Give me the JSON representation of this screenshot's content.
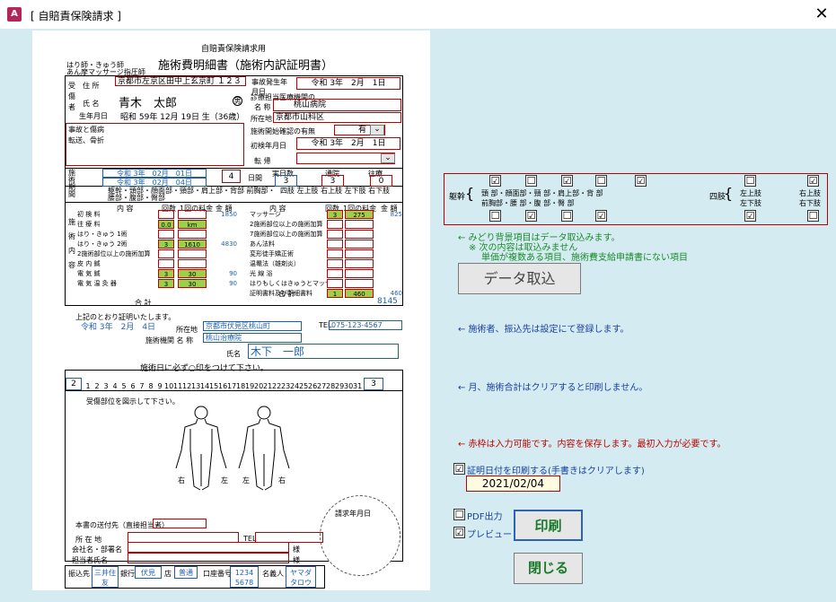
{
  "window": {
    "app_icon": "A",
    "title": "[ 自賠責保険請求 ]",
    "close": "✕"
  },
  "form": {
    "header_small": "自賠責保険請求用",
    "title": "施術費明細書（施術内訳証明書）",
    "practitioner_type_1": "はり師・きゅう師",
    "practitioner_type_2": "あん摩マッサージ指圧師",
    "label_injured": "受傷者",
    "label_address": "住 所",
    "address": "京都市左京区田中上玄京町 １２３",
    "label_name": "氏 名",
    "name": "青木　太郎",
    "sex": "男",
    "label_birth": "生年月日",
    "birth": "昭和 59年 12月 19日 生（36歳）",
    "label_accident_date": "事故発生年月日",
    "accident_date": "令和 3年　2月　1日",
    "label_referral": "診療担当医療機関の",
    "label_hosp_name": "名 称",
    "hosp_name": "桃山病院",
    "label_hosp_loc": "所在地",
    "hosp_loc": "京都市山科区",
    "label_consent": "施術開始確認の有無",
    "consent": "有",
    "label_first_visit": "初検年月日",
    "first_visit": "令和 3年　2月　1日",
    "label_outcome": "転 帰",
    "label_injury": "事故と傷病",
    "injury": "転送、骨折",
    "label_period": "施術期間",
    "period_from": "令和 3年　02月　01日",
    "period_to": "令和 3年　02月　04日",
    "days": "4",
    "label_days": "日間",
    "label_actual": "実日数",
    "actual_days": "3",
    "label_visits": "通院",
    "visits": "3",
    "label_house": "往療",
    "house": "0",
    "body_parts_label": "躯幹・頭部・顔面部・頸部・肩上部・背部 前胸部・腰部・腹部・臀部",
    "limbs_label": "四肢 左上肢 右上肢 左下肢 右下肢",
    "col_content": "内 容",
    "col_count": "回数",
    "col_unit": "1回の料金",
    "col_amount": "金 額",
    "rows_left": [
      {
        "label": "初 検 料",
        "count": "",
        "unit": "",
        "amount": "1850"
      },
      {
        "label": "往 療 料",
        "count": "0.0",
        "unit": "km",
        "amount": ""
      },
      {
        "label": "はり・きゅう 1術",
        "count": "",
        "unit": "",
        "amount": ""
      },
      {
        "label": "はり・きゅう 2術",
        "count": "3",
        "unit": "1610",
        "amount": "4830"
      },
      {
        "label": "2施術部位以上の施術加算",
        "count": "",
        "unit": "",
        "amount": ""
      },
      {
        "label": "皮 内 鍼",
        "count": "",
        "unit": "",
        "amount": ""
      },
      {
        "label": "電 気 鍼",
        "count": "3",
        "unit": "30",
        "amount": "90"
      },
      {
        "label": "電 気 温 灸 器",
        "count": "3",
        "unit": "30",
        "amount": "90"
      }
    ],
    "rows_right": [
      {
        "label": "マッサージ",
        "count": "3",
        "unit": "275",
        "amount": "825"
      },
      {
        "label": "2施術部位以上の施術加算",
        "count": "",
        "unit": "",
        "amount": ""
      },
      {
        "label": "7施術部位以上の施術加算",
        "count": "",
        "unit": "",
        "amount": ""
      },
      {
        "label": "あん法料",
        "count": "",
        "unit": "",
        "amount": ""
      },
      {
        "label": "変形徒手矯正術",
        "count": "",
        "unit": "",
        "amount": ""
      },
      {
        "label": "温罨法（雄剤炎）",
        "count": "",
        "unit": "",
        "amount": ""
      },
      {
        "label": "光 線 浴",
        "count": "",
        "unit": "",
        "amount": ""
      },
      {
        "label": "はりもしくはきゅうとマッサージの併用",
        "count": "",
        "unit": "",
        "amount": ""
      },
      {
        "label": "証明書料及び明細書料",
        "count": "1",
        "unit": "460",
        "amount": "460"
      }
    ],
    "label_total": "合 計",
    "total": "8145",
    "proof_text": "上記のとおり証明いたします。",
    "proof_date": "令和 3年　2月　4日",
    "label_facility_loc": "所在地",
    "facility_loc": "京都市伏見区桃山町",
    "label_tel": "TEL",
    "tel": "075-123-4567",
    "label_facility_name": "施術機関 名 称",
    "facility_name": "桃山治療院",
    "label_practitioner": "氏名",
    "practitioner": "木下　一郎",
    "mark_instruction": "施術日に必ず○印をつけて下さい。",
    "month": "2",
    "day_nums": [
      "1",
      "2",
      "3",
      "4",
      "5",
      "6",
      "7",
      "8",
      "9",
      "10",
      "11",
      "12",
      "13",
      "14",
      "15",
      "16",
      "17",
      "18",
      "19",
      "20",
      "21",
      "22",
      "23",
      "24",
      "25",
      "26",
      "27",
      "28",
      "29",
      "30",
      "31"
    ],
    "marked_days": "3",
    "figure_instruction": "受傷部位を図示して下さい。",
    "fig_right": "右",
    "fig_left": "左",
    "stamp_text": "請求年月日",
    "label_sendto": "本書の送付先（直接担当者）",
    "label_loc2": "所 在 地",
    "label_company": "会社名・部署名",
    "label_person": "担当者氏名",
    "sama": "様",
    "bank_label": "振込先",
    "bank_name": "三井住友",
    "bank_tag": "銀行",
    "branch": "伏見",
    "branch_tag": "店",
    "acct_type": "普通",
    "acct_no_label": "口座番号",
    "acct_no": "1234 5678",
    "holder_label": "名義人",
    "holder": "ヤマダ タロウ"
  },
  "checkgrid": {
    "trunk_label": "躯幹",
    "trunk_parts_top": "頭 部・顔面部・頸 部・肩上部・背 部",
    "trunk_parts_bot": "前胸部・腰 部・腹 部・臀 部",
    "limb_label": "四肢",
    "limbs_top": [
      "左上肢",
      "右上肢"
    ],
    "limbs_bot": [
      "左下肢",
      "右下肢"
    ],
    "top_checks": [
      "☑",
      "☐",
      "☑",
      "☐",
      "☑",
      "☐",
      "☑"
    ],
    "bot_checks": [
      "☐",
      "☑",
      "☐",
      "☑",
      "☑",
      "☐"
    ]
  },
  "notes": {
    "green1": "← みどり背景項目はデータ取込みます。",
    "green2": "※ 次の内容は取込みません",
    "green3": "単価が複数ある項目、施術費支給申請書にない項目",
    "import_button": "データ取込",
    "blue1": "← 施術者、振込先は設定にて登録します。",
    "blue2": "← 月、施術合計はクリアすると印刷しません。",
    "red1": "← 赤枠は入力可能です。内容を保存します。最初入力が必要です。"
  },
  "options": {
    "print_date_label": "証明日付を印刷する(手書きはクリアします)",
    "print_date_checked": "☑",
    "date_value": "2021/02/04",
    "pdf_label": "PDF出力",
    "pdf_checked": "☐",
    "preview_label": "プレビュー",
    "preview_checked": "☑",
    "print_button": "印刷",
    "close_button": "閉じる"
  }
}
